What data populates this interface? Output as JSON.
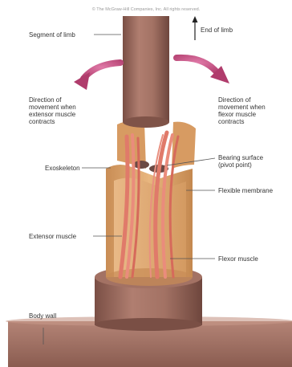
{
  "credit": "© The McGraw-Hill Companies, Inc. All rights reserved.",
  "labels": {
    "segment_of_limb": "Segment of limb",
    "end_of_limb": "End of limb",
    "extensor_direction": [
      "Direction of",
      "movement when",
      "extensor muscle",
      "contracts"
    ],
    "flexor_direction": [
      "Direction of",
      "movement when",
      "flexor muscle",
      "contracts"
    ],
    "bearing_surface": [
      "Bearing surface",
      "(pivot point)"
    ],
    "exoskeleton": "Exoskeleton",
    "flexible_membrane": "Flexible membrane",
    "extensor_muscle": "Extensor muscle",
    "flexor_muscle": "Flexor muscle",
    "body_wall": "Body wall"
  },
  "colors": {
    "segment_brown": "#9c6b5f",
    "exoskeleton_tan": "#d9a36b",
    "muscle_red": "#e07a6a",
    "direction_arrow": "#c2487a",
    "body_wall": "#9c6b5f"
  }
}
